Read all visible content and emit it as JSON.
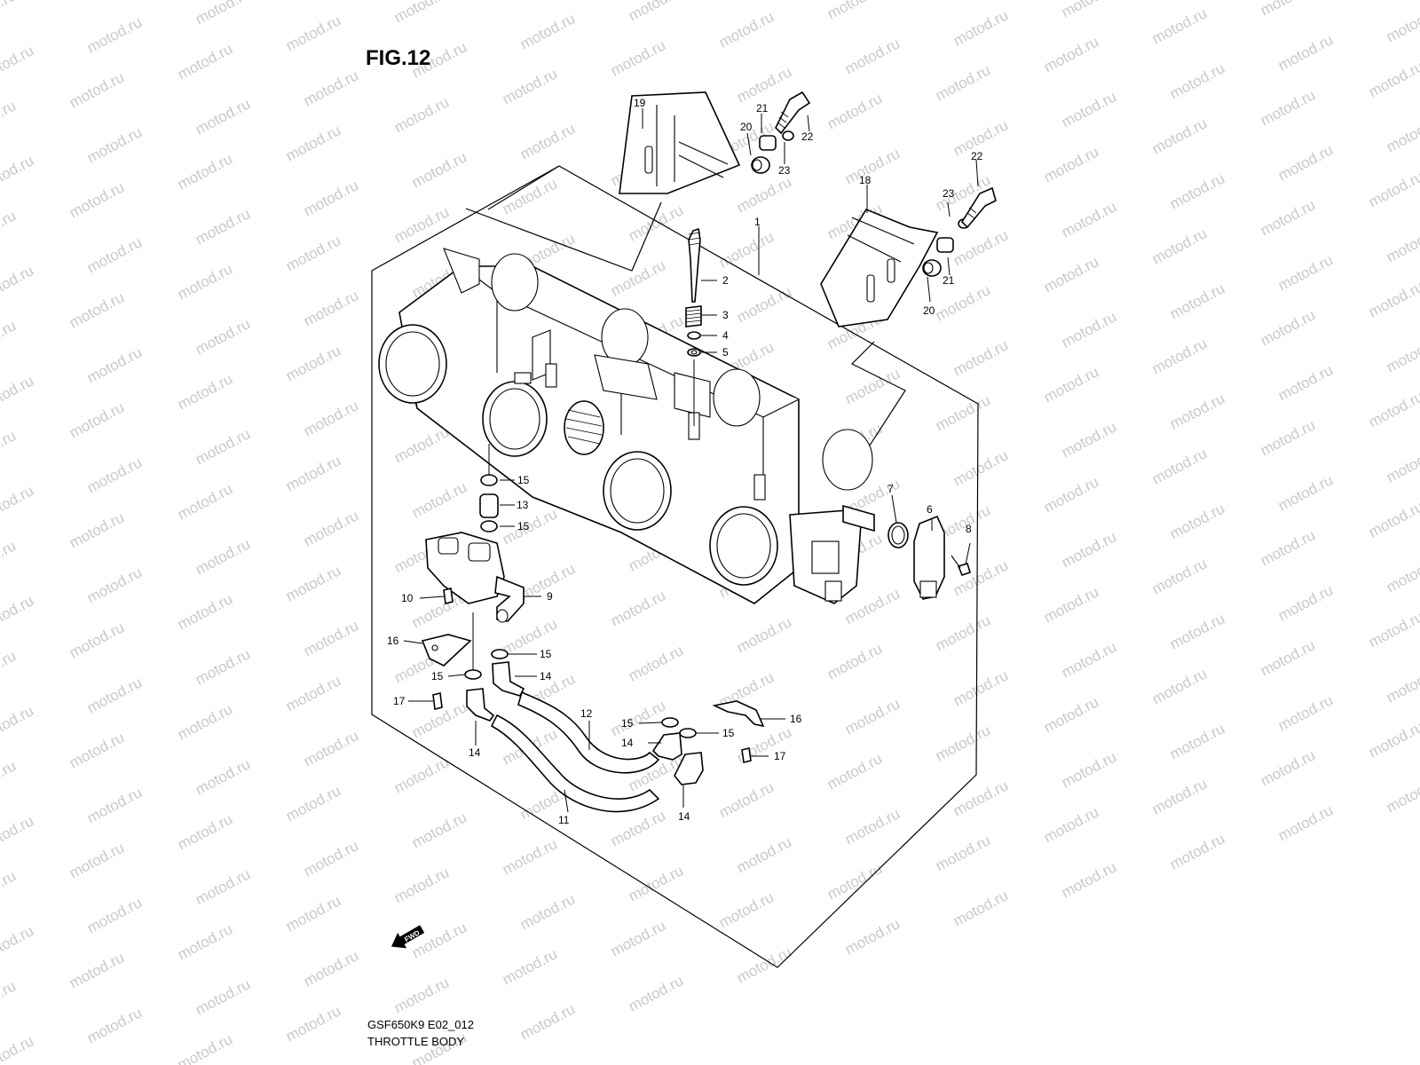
{
  "figure": {
    "title": "FIG.12",
    "model_code": "GSF650K9 E02_012",
    "section_name": "THROTTLE BODY",
    "watermark": "motod.ru",
    "direction_marker": "FWD"
  },
  "callouts": {
    "c1": "1",
    "c2": "2",
    "c3": "3",
    "c4": "4",
    "c5": "5",
    "c6": "6",
    "c7": "7",
    "c8": "8",
    "c9": "9",
    "c10": "10",
    "c11": "11",
    "c12": "12",
    "c13": "13",
    "c14a": "14",
    "c14b": "14",
    "c14c": "14",
    "c14d": "14",
    "c15a": "15",
    "c15b": "15",
    "c15c": "15",
    "c15d": "15",
    "c15e": "15",
    "c15f": "15",
    "c16a": "16",
    "c16b": "16",
    "c17a": "17",
    "c17b": "17",
    "c18": "18",
    "c19": "19",
    "c20a": "20",
    "c20b": "20",
    "c21a": "21",
    "c21b": "21",
    "c22a": "22",
    "c22b": "22",
    "c23a": "23",
    "c23b": "23"
  }
}
